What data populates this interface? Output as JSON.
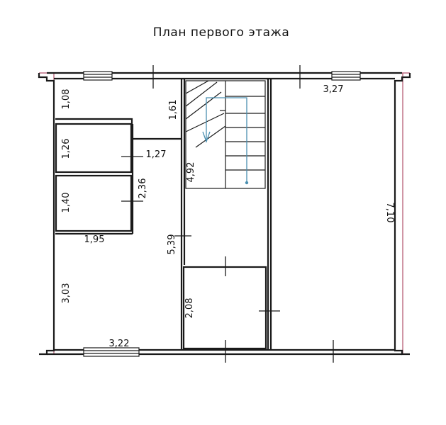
{
  "title": "План первого этажа",
  "dimensions": {
    "top_left_height": "1,08",
    "bath_width": "1,61",
    "wc1_height": "1,26",
    "corridor_width": "1,27",
    "wc2_height": "1,40",
    "corridor_length": "2,36",
    "room_bottom_width": "1,95",
    "room_bottom_height": "3,03",
    "room_bottom_length": "3,22",
    "stair_length": "4,92",
    "stair_hall_length": "5,39",
    "storage_height": "2,08",
    "big_room_width": "3,27",
    "big_room_length": "7,10"
  },
  "colors": {
    "wall": "#1a1a1a",
    "outline": "#b0506a",
    "stair_arrow": "#4a8fb0"
  }
}
